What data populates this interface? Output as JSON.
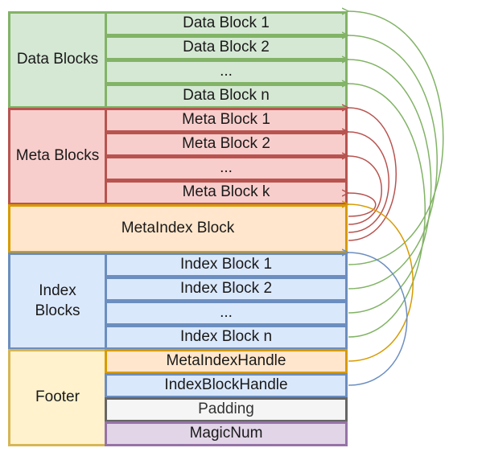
{
  "sections": {
    "data_blocks": {
      "label": "Data Blocks",
      "rows": [
        "Data Block 1",
        "Data Block 2",
        "...",
        "Data Block n"
      ],
      "color": "#82b366",
      "fill": "#d5e8d4"
    },
    "meta_blocks": {
      "label": "Meta Blocks",
      "rows": [
        "Meta Block 1",
        "Meta Block 2",
        "...",
        "Meta Block k"
      ],
      "color": "#b85450",
      "fill": "#f8cecc"
    },
    "metaindex_block": {
      "label": "MetaIndex Block",
      "color": "#d79b00",
      "fill": "#ffe6cc"
    },
    "index_blocks": {
      "label": "Index Blocks",
      "rows": [
        "Index Block 1",
        "Index Block 2",
        "...",
        "Index Block n"
      ],
      "color": "#6c8ebf",
      "fill": "#dae8fc"
    },
    "footer": {
      "label": "Footer",
      "rows": [
        "MetaIndexHandle",
        "IndexBlockHandle",
        "Padding",
        "MagicNum"
      ],
      "color": "#d6b656",
      "fill": "#fff2cc"
    }
  },
  "arrows": [
    {
      "from": "index_blocks.rows.0",
      "to": "data_blocks.rows.0",
      "color": "#82b366"
    },
    {
      "from": "index_blocks.rows.1",
      "to": "data_blocks.rows.1",
      "color": "#82b366"
    },
    {
      "from": "index_blocks.rows.2",
      "to": "data_blocks.rows.2",
      "color": "#82b366"
    },
    {
      "from": "index_blocks.rows.3",
      "to": "data_blocks.rows.3",
      "color": "#82b366"
    },
    {
      "from": "metaindex_block",
      "to": "meta_blocks.rows.0",
      "color": "#b85450"
    },
    {
      "from": "metaindex_block",
      "to": "meta_blocks.rows.1",
      "color": "#b85450"
    },
    {
      "from": "metaindex_block",
      "to": "meta_blocks.rows.2",
      "color": "#b85450"
    },
    {
      "from": "metaindex_block",
      "to": "meta_blocks.rows.3",
      "color": "#b85450"
    },
    {
      "from": "footer.rows.0",
      "to": "metaindex_block",
      "color": "#d79b00"
    },
    {
      "from": "footer.rows.1",
      "to": "index_blocks",
      "color": "#6c8ebf"
    }
  ]
}
